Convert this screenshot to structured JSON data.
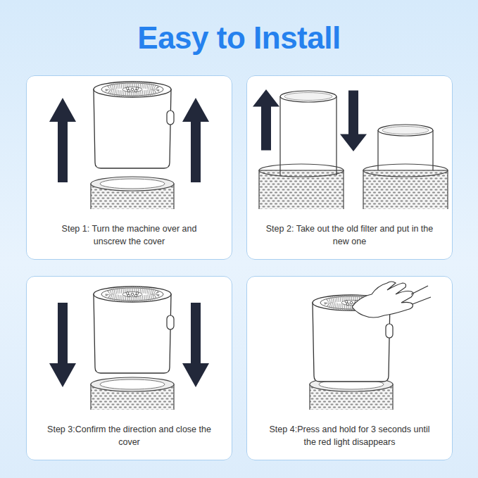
{
  "diagram": {
    "title": "Easy to Install",
    "nodes": [
      {
        "text": [
          "Step 1: Turn the machine over and unscrew the cover"
        ]
      },
      {
        "text": [
          "Step 2: Take out the old filter and put in the new one"
        ]
      },
      {
        "text": [
          "Step 3:Confirm the direction and close the cover"
        ]
      },
      {
        "text": [
          "Step 4:Press and hold for 3 seconds until the red light disappears"
        ]
      }
    ]
  }
}
